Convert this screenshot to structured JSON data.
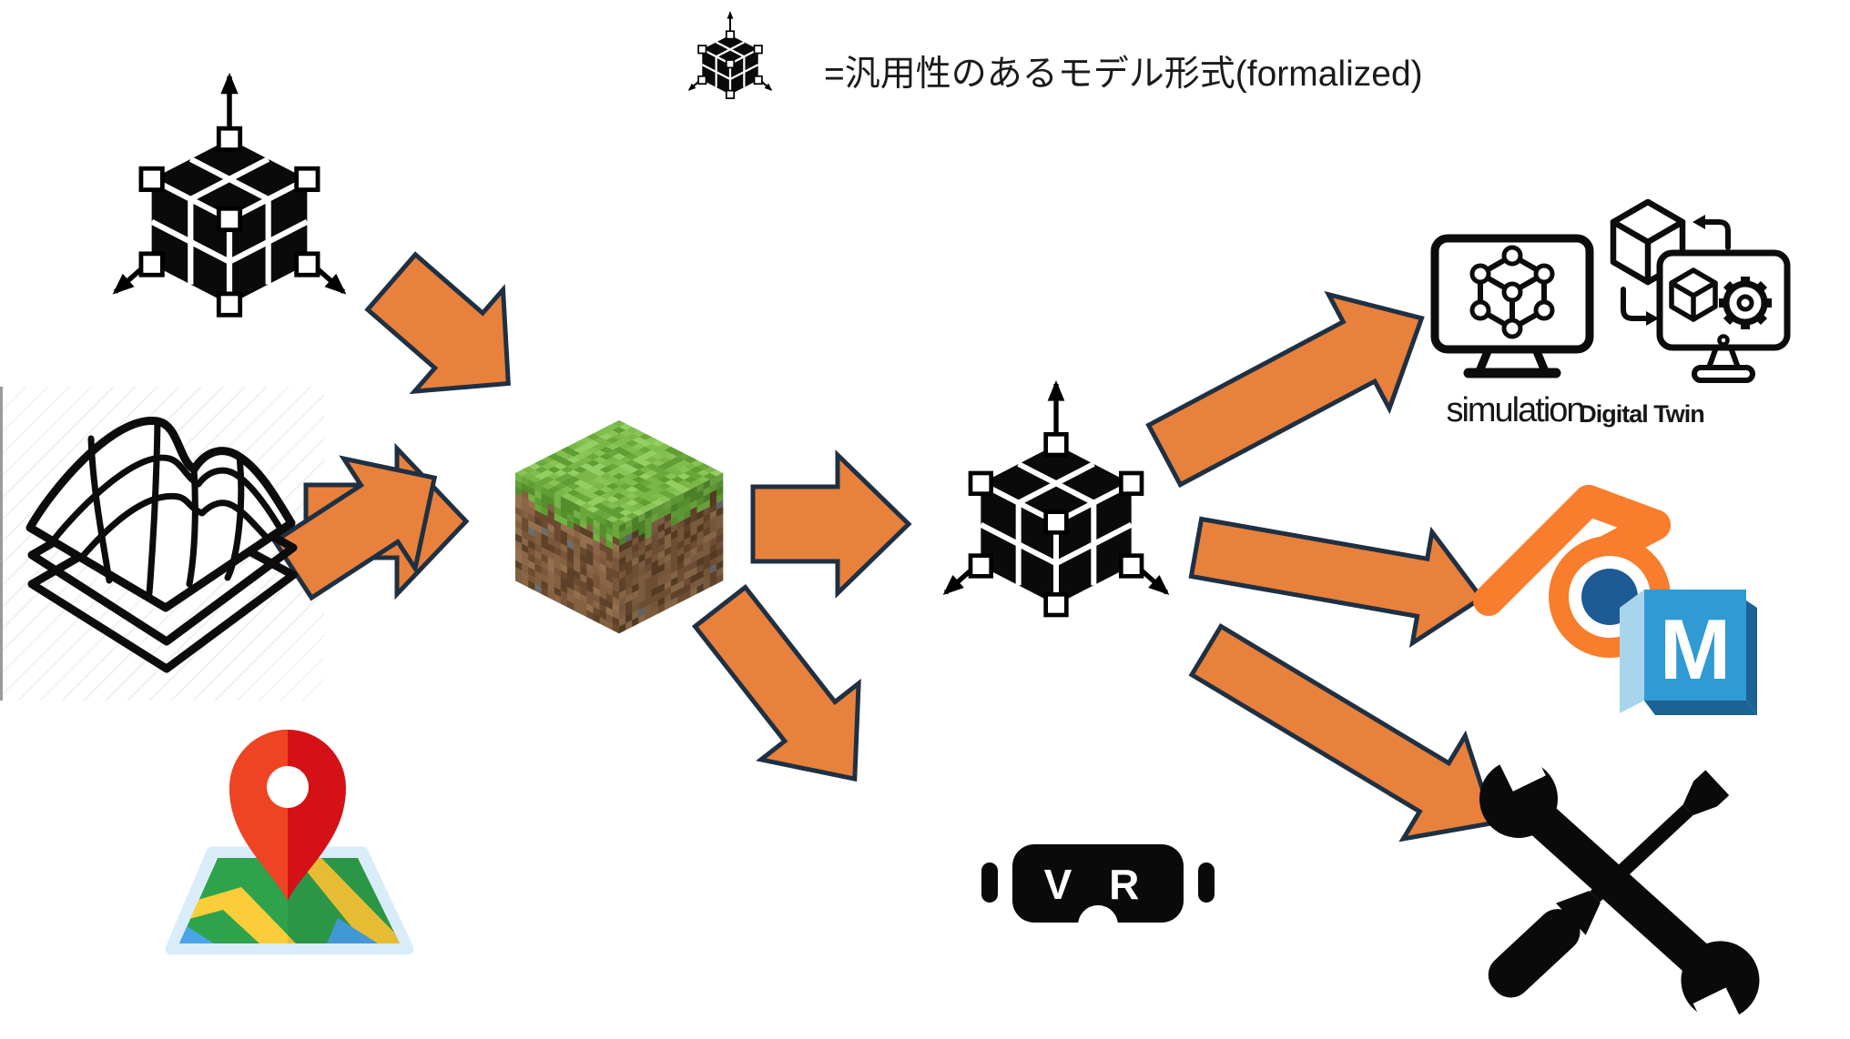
{
  "title": {
    "icon": "cube-3d-icon",
    "text": "=汎用性のあるモデル形式(formalized)"
  },
  "nodes": {
    "source_model": {
      "icon": "cube-3d-icon"
    },
    "terrain_layers": {
      "icon": "terrain-mesh-layers-icon"
    },
    "map_location": {
      "icon": "map-pin-icon"
    },
    "minecraft_block": {
      "icon": "minecraft-grass-block-icon"
    },
    "formalized_model": {
      "icon": "cube-3d-icon"
    },
    "simulation": {
      "icon": "simulation-monitor-icon",
      "label": "simulation"
    },
    "digital_twin": {
      "icon": "digital-twin-icon",
      "label": "Digital Twin"
    },
    "blender": {
      "icon": "blender-logo-icon"
    },
    "maya": {
      "icon": "maya-logo-icon",
      "label": "M"
    },
    "vr": {
      "icon": "vr-headset-icon",
      "label": "V R"
    },
    "tools": {
      "icon": "crossed-tools-icon"
    }
  },
  "colors": {
    "arrow_fill": "#E8813C",
    "arrow_stroke": "#1F3043",
    "icon_black": "#0A0A0A",
    "text_black": "#1A1A1A",
    "blender_orange": "#F87D2C",
    "blender_blue": "#1E5B94",
    "maya_front": "#2F9AD3",
    "maya_front_light": "#45ABDE",
    "maya_flap": "#A7D6EC",
    "maya_shadow": "#1C6292",
    "pin_red_light": "#EF4423",
    "pin_red_dark": "#D31117",
    "map_border": "#D9ECFA",
    "map_green": "#2FA34C",
    "map_green_dark": "#27913F",
    "map_yellow": "#FBCD3A",
    "map_water": "#47A5E8"
  }
}
